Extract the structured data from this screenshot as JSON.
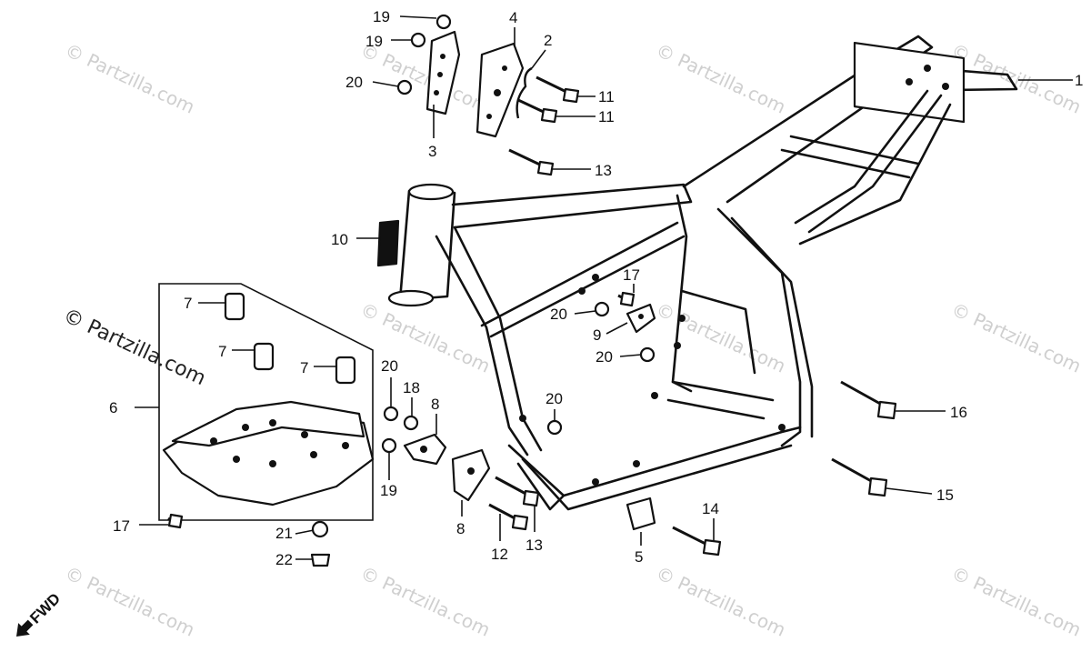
{
  "watermark": "© Partzilla.com",
  "fwd_label": "FWD",
  "callouts": {
    "c1": "1",
    "c2": "2",
    "c3": "3",
    "c4": "4",
    "c5": "5",
    "c6": "6",
    "c7a": "7",
    "c7b": "7",
    "c7c": "7",
    "c8a": "8",
    "c8b": "8",
    "c9": "9",
    "c10": "10",
    "c11a": "11",
    "c11b": "11",
    "c12": "12",
    "c13a": "13",
    "c13b": "13",
    "c14": "14",
    "c15": "15",
    "c16": "16",
    "c17a": "17",
    "c17b": "17",
    "c18": "18",
    "c19a": "19",
    "c19b": "19",
    "c19c": "19",
    "c20a": "20",
    "c20b": "20",
    "c20c": "20",
    "c20d": "20",
    "c20e": "20",
    "c21": "21",
    "c22": "22"
  }
}
